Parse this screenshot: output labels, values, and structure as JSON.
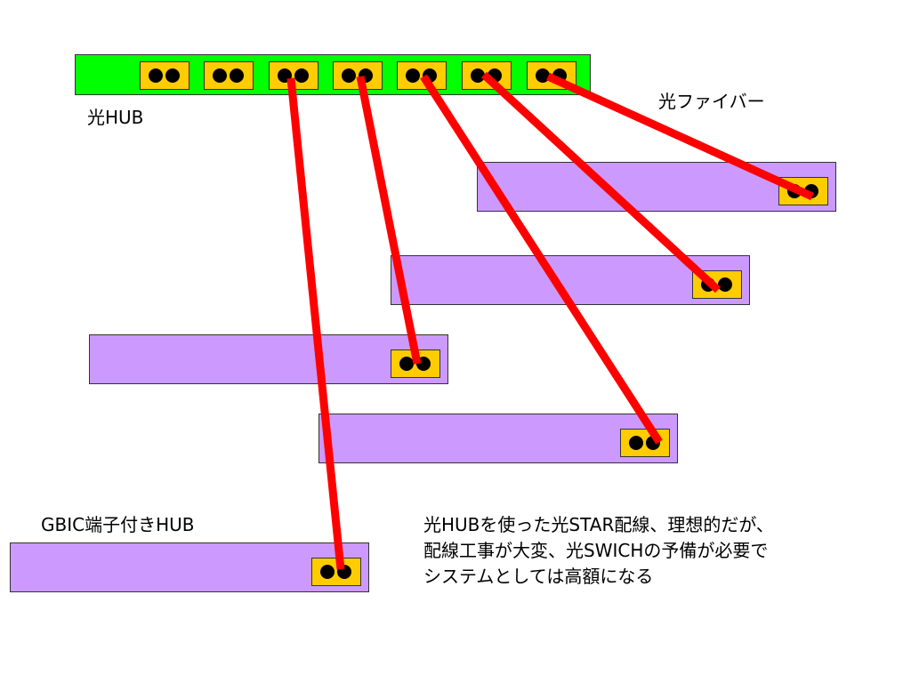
{
  "labels": {
    "optical_hub": "光HUB",
    "optical_fiber": "光ファイバー",
    "gbic_hub": "GBIC端子付きHUB"
  },
  "note": {
    "line1": "光HUBを使った光STAR配線、理想的だが、",
    "line2": "配線工事が大変、光SWICHの予備が必要で",
    "line3": "システムとしては高額になる"
  },
  "colors": {
    "hub": "#00ff00",
    "switch": "#cc99ff",
    "port": "#ffcc00",
    "cable": "#ff0000"
  }
}
